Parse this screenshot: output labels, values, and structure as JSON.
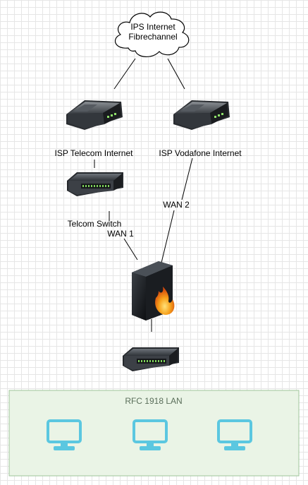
{
  "cloud": {
    "line1": "IPS Internet",
    "line2": "Fibrechannel"
  },
  "modems": [
    {
      "label": "ISP Telecom Internet"
    },
    {
      "label": "ISP Vodafone Internet"
    }
  ],
  "switches": {
    "telecom_label": "Telcom Switch"
  },
  "links": {
    "wan1": "WAN 1",
    "wan2": "WAN 2"
  },
  "lan": {
    "label": "RFC 1918 LAN",
    "monitor_count": 3
  },
  "colors": {
    "lan_fill": "#eaf4e6",
    "lan_stroke": "#9fc49a",
    "monitor": "#5bc7e0",
    "device_dark": "#2b2f33",
    "flame": "#f08a16"
  },
  "icons": [
    "cloud-icon",
    "modem-icon",
    "switch-icon",
    "firewall-icon",
    "monitor-icon"
  ]
}
